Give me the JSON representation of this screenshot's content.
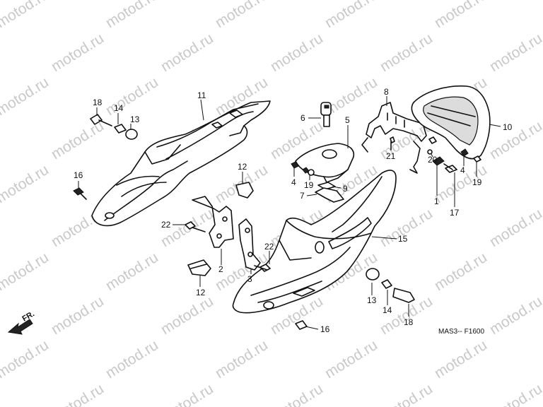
{
  "watermark": {
    "text": "motod.ru",
    "color": "#c9c9c9"
  },
  "direction_label": "FR.",
  "diagram_code": "MAS3-- F1600",
  "callouts": [
    {
      "id": "c11",
      "text": "11"
    },
    {
      "id": "c18a",
      "text": "18"
    },
    {
      "id": "c14a",
      "text": "14"
    },
    {
      "id": "c13a",
      "text": "13"
    },
    {
      "id": "c16a",
      "text": "16"
    },
    {
      "id": "c12a",
      "text": "12"
    },
    {
      "id": "c22a",
      "text": "22"
    },
    {
      "id": "c2",
      "text": "2"
    },
    {
      "id": "c12b",
      "text": "12"
    },
    {
      "id": "c3",
      "text": "3"
    },
    {
      "id": "c22b",
      "text": "22"
    },
    {
      "id": "c6",
      "text": "6"
    },
    {
      "id": "c5",
      "text": "5"
    },
    {
      "id": "c8",
      "text": "8"
    },
    {
      "id": "c10",
      "text": "10"
    },
    {
      "id": "c4a",
      "text": "4"
    },
    {
      "id": "c19a",
      "text": "19"
    },
    {
      "id": "c9",
      "text": "9"
    },
    {
      "id": "c7",
      "text": "7"
    },
    {
      "id": "c21",
      "text": "21"
    },
    {
      "id": "c20",
      "text": "20"
    },
    {
      "id": "c4b",
      "text": "4"
    },
    {
      "id": "c19b",
      "text": "19"
    },
    {
      "id": "c1",
      "text": "1"
    },
    {
      "id": "c17",
      "text": "17"
    },
    {
      "id": "c15",
      "text": "15"
    },
    {
      "id": "c13b",
      "text": "13"
    },
    {
      "id": "c14b",
      "text": "14"
    },
    {
      "id": "c18b",
      "text": "18"
    },
    {
      "id": "c16b",
      "text": "16"
    }
  ]
}
